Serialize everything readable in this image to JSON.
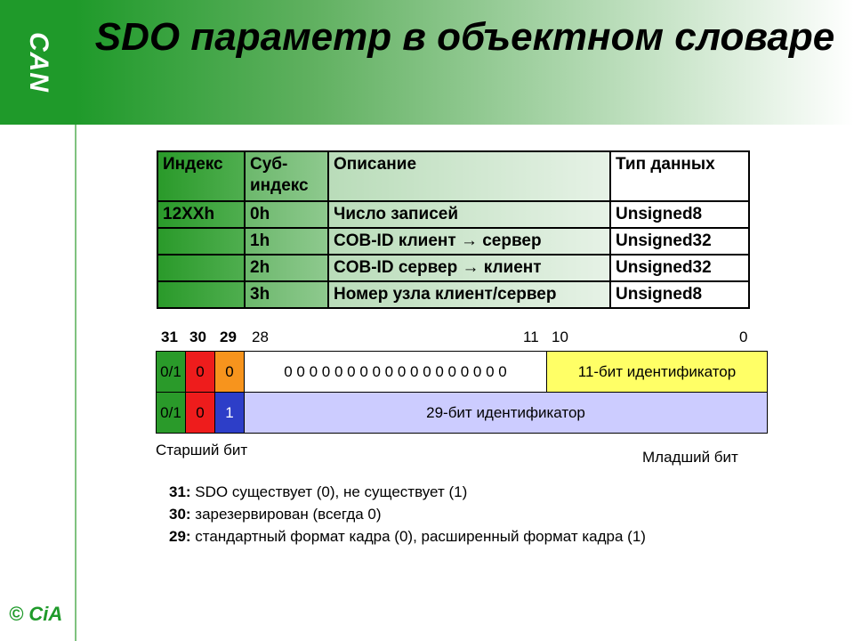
{
  "branding": {
    "top_logo": "CAN",
    "bottom_logo": "© CiA"
  },
  "title": "SDO параметр в объектном словаре",
  "table": {
    "headers": [
      "Индекс",
      "Суб-индекс",
      "Описание",
      "Тип данных"
    ],
    "rows": [
      [
        "12XXh",
        "0h",
        "Число записей",
        "Unsigned8"
      ],
      [
        "",
        "1h",
        "COB-ID клиент → сервер",
        "Unsigned32"
      ],
      [
        "",
        "2h",
        "COB-ID сервер → клиент",
        "Unsigned32"
      ],
      [
        "",
        "3h",
        "Номер узла клиент/сервер",
        "Unsigned8"
      ]
    ]
  },
  "bit_numbers": {
    "b31": "31",
    "b30": "30",
    "b29": "29",
    "b28": "28",
    "b11": "11",
    "b10": "10",
    "b0": "0"
  },
  "frame_rows": [
    {
      "bit31": "0/1",
      "bit30": "0",
      "bit29": "0",
      "bits28_11": "0 0 0 0 0 0 0 0 0 0 0 0 0 0 0 0 0 0",
      "bits10_0": "11-бит идентификатор"
    },
    {
      "bit31": "0/1",
      "bit30": "0",
      "bit29": "1",
      "bits28_0": "29-бит идентификатор"
    }
  ],
  "captions": {
    "msb": "Старший бит",
    "lsb": "Младший бит"
  },
  "notes": [
    {
      "key": "31:",
      "text": " SDO существует (0), не существует (1)"
    },
    {
      "key": "30:",
      "text": " зарезервирован (всегда 0)"
    },
    {
      "key": "29:",
      "text": " стандартный формат кадра (0), расширенный формат кадра (1)"
    }
  ],
  "colors": {
    "header_green": "#1f9a2a",
    "bit31": "#2a9a2a",
    "bit30": "#ee1c1c",
    "bit29_row1": "#f7941d",
    "bit29_row2": "#2d3ec8",
    "id11": "#ffff66",
    "id29": "#ccccff"
  }
}
